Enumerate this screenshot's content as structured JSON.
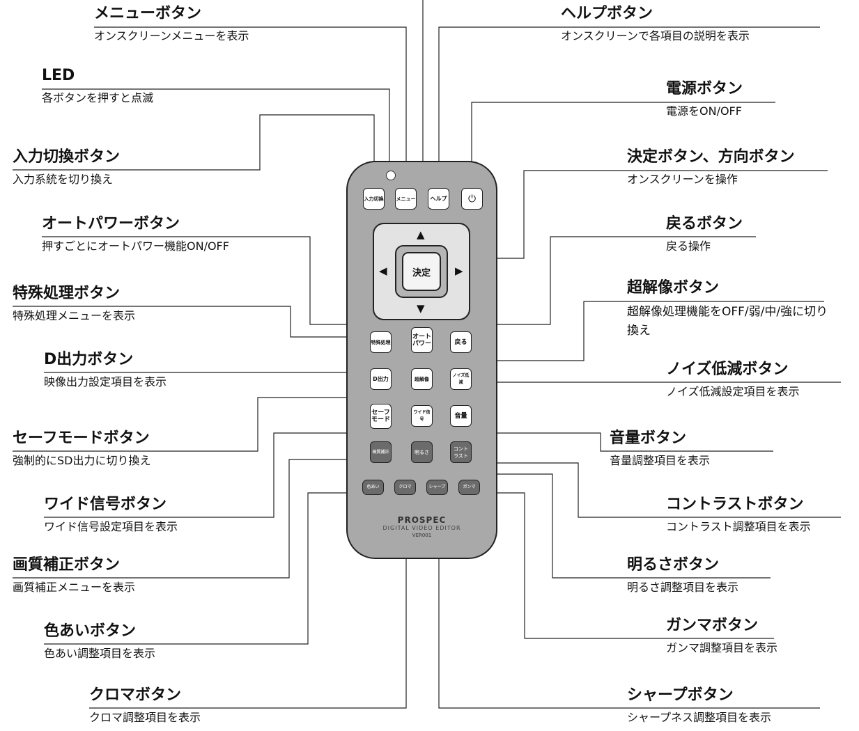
{
  "labels": {
    "menu": {
      "title": "メニューボタン",
      "desc": "オンスクリーンメニューを表示"
    },
    "help": {
      "title": "ヘルプボタン",
      "desc": "オンスクリーンで各項目の説明を表示"
    },
    "led": {
      "title": "LED",
      "desc": "各ボタンを押すと点滅"
    },
    "power": {
      "title": "電源ボタン",
      "desc": "電源をON/OFF"
    },
    "input": {
      "title": "入力切換ボタン",
      "desc": "入力系統を切り換え"
    },
    "enter": {
      "title": "決定ボタン、方向ボタン",
      "desc": "オンスクリーンを操作"
    },
    "autopower": {
      "title": "オートパワーボタン",
      "desc": "押すごとにオートパワー機能ON/OFF"
    },
    "back": {
      "title": "戻るボタン",
      "desc": "戻る操作"
    },
    "special": {
      "title": "特殊処理ボタン",
      "desc": "特殊処理メニューを表示"
    },
    "superres": {
      "title": "超解像ボタン",
      "desc": "超解像処理機能をOFF/弱/中/強に切り換え"
    },
    "dout": {
      "title": "D出力ボタン",
      "desc": "映像出力設定項目を表示"
    },
    "noise": {
      "title": "ノイズ低減ボタン",
      "desc": "ノイズ低減設定項目を表示"
    },
    "safe": {
      "title": "セーフモードボタン",
      "desc": "強制的にSD出力に切り換え"
    },
    "volume": {
      "title": "音量ボタン",
      "desc": "音量調整項目を表示"
    },
    "wide": {
      "title": "ワイド信号ボタン",
      "desc": "ワイド信号設定項目を表示"
    },
    "contrast": {
      "title": "コントラストボタン",
      "desc": "コントラスト調整項目を表示"
    },
    "quality": {
      "title": "画質補正ボタン",
      "desc": "画質補正メニューを表示"
    },
    "bright": {
      "title": "明るさボタン",
      "desc": "明るさ調整項目を表示"
    },
    "gamma": {
      "title": "ガンマボタン",
      "desc": "ガンマ調整項目を表示"
    },
    "tint": {
      "title": "色あいボタン",
      "desc": "色あい調整項目を表示"
    },
    "chroma": {
      "title": "クロマボタン",
      "desc": "クロマ調整項目を表示"
    },
    "sharp": {
      "title": "シャープボタン",
      "desc": "シャープネス調整項目を表示"
    }
  },
  "remote": {
    "buttons": {
      "input": "入力切換",
      "menu": "メニュー",
      "help": "ヘルプ",
      "power": "⏻",
      "special": "特殊処理",
      "autopower": "オート\nパワー",
      "back": "戻る",
      "dout": "D出力",
      "superres": "超解像",
      "noise": "ノイズ低減",
      "safe": "セーフ\nモード",
      "wide": "ワイド信号",
      "volume": "音量",
      "quality": "画質補正",
      "bright": "明るさ",
      "contrast": "コント\nラスト",
      "tint": "色あい",
      "chroma": "クロマ",
      "sharp": "シャープ",
      "gamma": "ガンマ"
    },
    "enter": "決定",
    "arrows": {
      "up": "▲",
      "down": "▼",
      "left": "◀",
      "right": "▶"
    },
    "brand": "PROSPEC",
    "subtitle": "DIGITAL VIDEO EDITOR",
    "model": "VER001"
  }
}
